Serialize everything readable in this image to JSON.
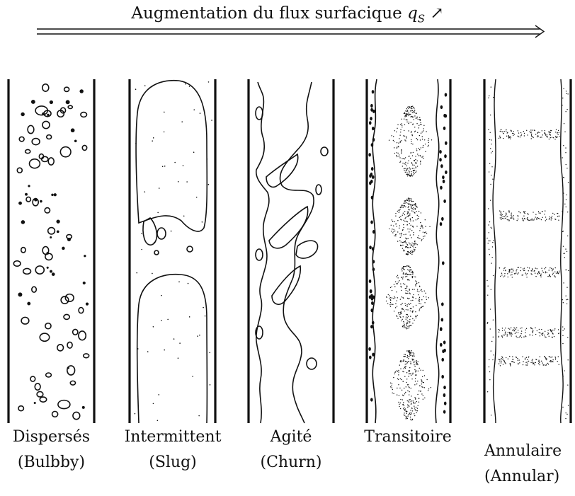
{
  "title": {
    "text": "Augmentation du flux surfacique",
    "symbol": "q",
    "subscript": "S",
    "arrow_glyph": "↗"
  },
  "regimes": [
    {
      "name": "Dispersés",
      "english": "(Bulbby)"
    },
    {
      "name": "Intermittent",
      "english": "(Slug)"
    },
    {
      "name": "Agité",
      "english": "(Churn)"
    },
    {
      "name": "Transitoire",
      "english": ""
    },
    {
      "name": "Annulaire",
      "english": "(Annular)"
    }
  ]
}
